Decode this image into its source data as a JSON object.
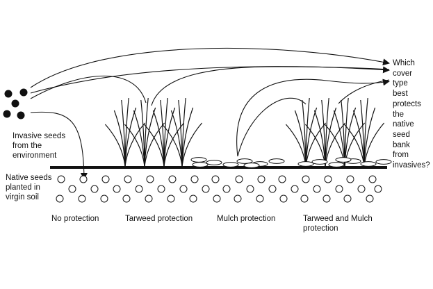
{
  "diagram": {
    "labels": {
      "invasive_seeds": [
        "Invasive seeds",
        "from the",
        "environment"
      ],
      "native_seeds": [
        "Native seeds",
        "planted in",
        "virgin soil"
      ],
      "question": [
        "Which",
        "cover",
        "type",
        "best",
        "protects",
        "the",
        "native",
        "seed",
        "bank",
        "from",
        "invasives?"
      ]
    },
    "treatments": [
      {
        "id": "no-protection",
        "label": "No protection"
      },
      {
        "id": "tarweed-protection",
        "label": "Tarweed protection"
      },
      {
        "id": "mulch-protection",
        "label": "Mulch protection"
      },
      {
        "id": "tarweed-and-mulch-protection",
        "label": [
          "Tarweed and Mulch",
          "protection"
        ]
      }
    ],
    "colors": {
      "ink": "#111111",
      "background": "#ffffff"
    }
  }
}
